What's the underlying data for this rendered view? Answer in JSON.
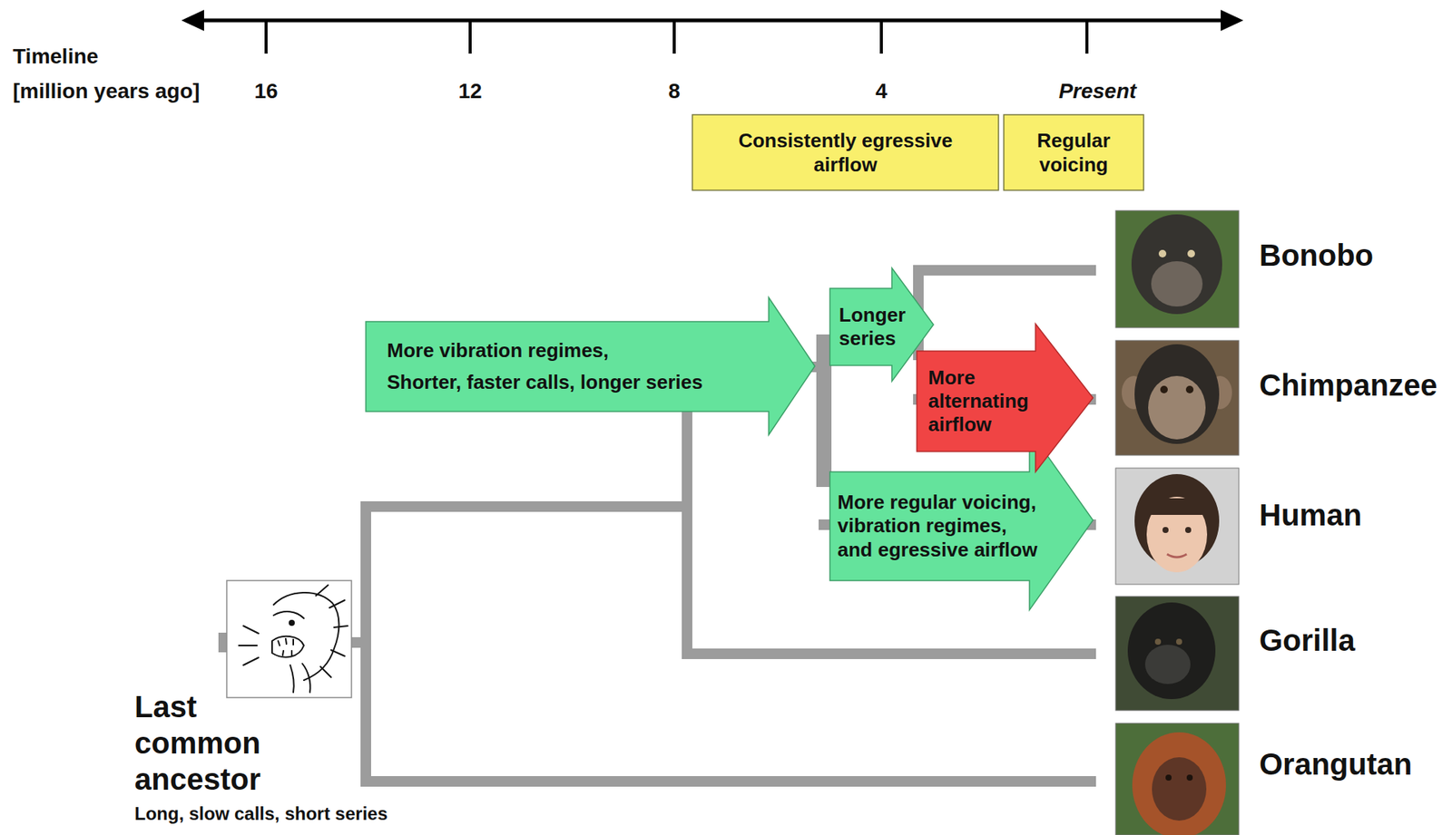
{
  "diagram": {
    "nodes": [
      {
        "text": [
          "Consistently egressive airflow"
        ]
      },
      {
        "text": [
          "Regular voicing"
        ]
      },
      {
        "text": [
          "More vibration regimes,",
          "Shorter, faster calls, longer series"
        ]
      },
      {
        "text": [
          "Longer series"
        ]
      },
      {
        "text": [
          "More alternating airflow"
        ]
      },
      {
        "text": [
          "More regular voicing, vibration regimes, and egressive airflow"
        ]
      }
    ],
    "labels": [
      "Timeline",
      "[million years ago]",
      "16",
      "12",
      "8",
      "4",
      "Present",
      "Last common ancestor",
      "Long, slow calls, short series",
      "Bonobo",
      "Chimpanzee",
      "Human",
      "Gorilla",
      "Orangutan"
    ]
  }
}
